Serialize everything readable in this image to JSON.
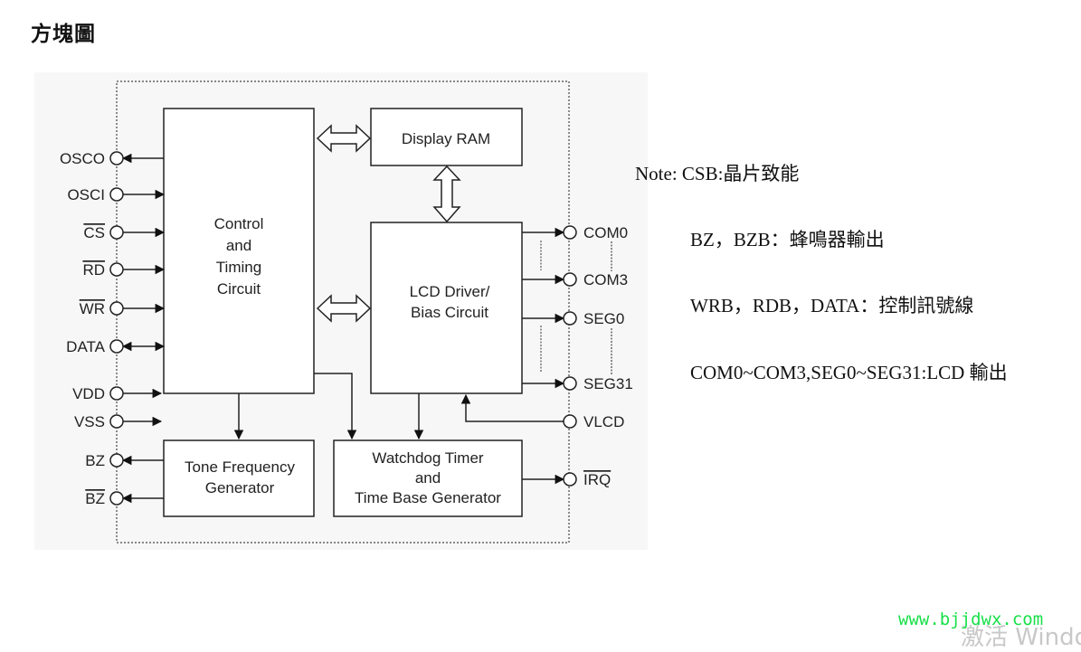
{
  "page": {
    "title": "方塊圖"
  },
  "diagram": {
    "blocks": {
      "control": [
        "Control",
        "and",
        "Timing",
        "Circuit"
      ],
      "display_ram": [
        "Display RAM"
      ],
      "lcd_driver": [
        "LCD Driver/",
        "Bias Circuit"
      ],
      "tone": [
        "Tone Frequency",
        "Generator"
      ],
      "watchdog": [
        "Watchdog Timer",
        "and",
        "Time Base Generator"
      ]
    },
    "left_pins": [
      {
        "label": "OSCO",
        "overline": false,
        "direction": "out"
      },
      {
        "label": "OSCI",
        "overline": false,
        "direction": "in"
      },
      {
        "label": "CS",
        "overline": true,
        "direction": "in"
      },
      {
        "label": "RD",
        "overline": true,
        "direction": "in"
      },
      {
        "label": "WR",
        "overline": true,
        "direction": "in"
      },
      {
        "label": "DATA",
        "overline": false,
        "direction": "bidirectional"
      },
      {
        "label": "VDD",
        "overline": false,
        "direction": "in"
      },
      {
        "label": "VSS",
        "overline": false,
        "direction": "in"
      },
      {
        "label": "BZ",
        "overline": false,
        "direction": "out"
      },
      {
        "label": "BZ",
        "overline": true,
        "direction": "out"
      }
    ],
    "right_pins": [
      {
        "label": "COM0",
        "overline": false,
        "direction": "out"
      },
      {
        "label": "COM3",
        "overline": false,
        "direction": "out"
      },
      {
        "label": "SEG0",
        "overline": false,
        "direction": "out"
      },
      {
        "label": "SEG31",
        "overline": false,
        "direction": "out"
      },
      {
        "label": "VLCD",
        "overline": false,
        "direction": "in"
      },
      {
        "label": "IRQ",
        "overline": true,
        "direction": "out"
      }
    ]
  },
  "notes": {
    "line1": "Note: CSB:晶片致能",
    "line2": "BZ，BZB：蜂鳴器輸出",
    "line3": "WRB，RDB，DATA：控制訊號線",
    "line4": "COM0~COM3,SEG0~SEG31:LCD  輸出"
  },
  "watermark": {
    "site": "www.bjjdwx.com",
    "os_text": "激活 Windo"
  }
}
